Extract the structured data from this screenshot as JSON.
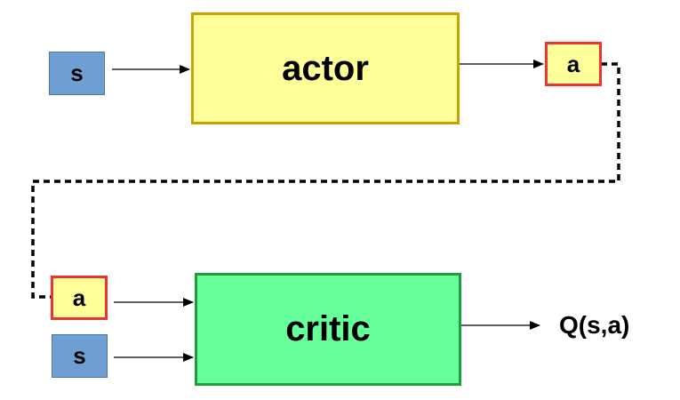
{
  "nodes": {
    "actor": {
      "label": "actor",
      "fill": "#ffff99",
      "stroke": "#c9a100"
    },
    "critic": {
      "label": "critic",
      "fill": "#66ff99",
      "stroke": "#1a9f3c"
    },
    "actor_input_s": {
      "label": "s",
      "fill": "#6f9ed3",
      "stroke": "#4a78aa"
    },
    "actor_output_a": {
      "label": "a",
      "fill": "#ffff99",
      "stroke": "#ee3333"
    },
    "critic_input_a": {
      "label": "a",
      "fill": "#ffff99",
      "stroke": "#ee3333"
    },
    "critic_input_s": {
      "label": "s",
      "fill": "#6f9ed3",
      "stroke": "#4a78aa"
    }
  },
  "output_label": "Q(s,a)",
  "edges": [
    {
      "from": "actor_input_s",
      "to": "actor",
      "style": "solid-arrow"
    },
    {
      "from": "actor",
      "to": "actor_output_a",
      "style": "solid-arrow"
    },
    {
      "from": "actor_output_a",
      "to": "critic_input_a",
      "style": "dashed"
    },
    {
      "from": "critic_input_a",
      "to": "critic",
      "style": "solid-arrow"
    },
    {
      "from": "critic_input_s",
      "to": "critic",
      "style": "solid-arrow"
    },
    {
      "from": "critic",
      "to": "output_label",
      "style": "solid-arrow"
    }
  ]
}
